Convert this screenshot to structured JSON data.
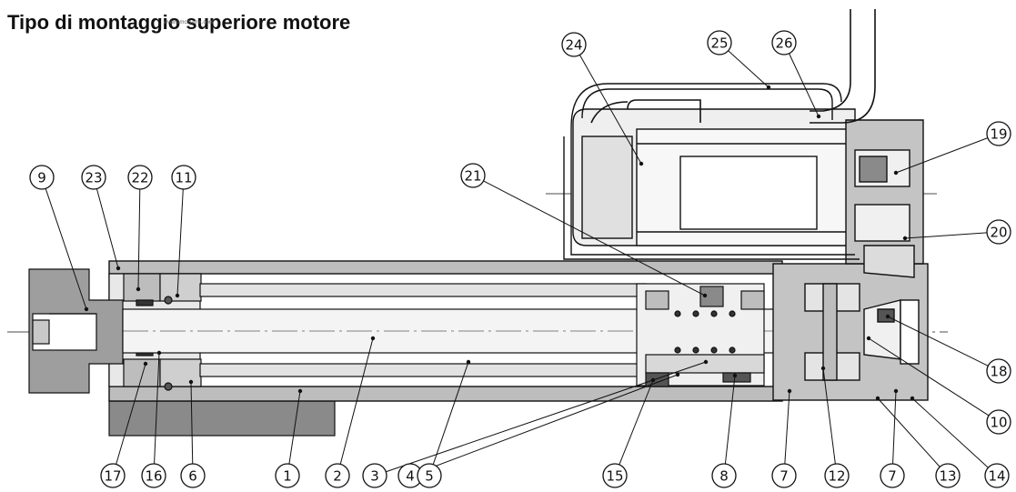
{
  "title": "Tipo di montaggio superiore motore",
  "watermark": "www.smcmatrix.com",
  "callouts": [
    {
      "label": "1"
    },
    {
      "label": "2"
    },
    {
      "label": "3"
    },
    {
      "label": "4"
    },
    {
      "label": "5"
    },
    {
      "label": "6"
    },
    {
      "label": "7"
    },
    {
      "label": "7"
    },
    {
      "label": "8"
    },
    {
      "label": "9"
    },
    {
      "label": "10"
    },
    {
      "label": "11"
    },
    {
      "label": "12"
    },
    {
      "label": "13"
    },
    {
      "label": "14"
    },
    {
      "label": "15"
    },
    {
      "label": "16"
    },
    {
      "label": "17"
    },
    {
      "label": "18"
    },
    {
      "label": "19"
    },
    {
      "label": "20"
    },
    {
      "label": "21"
    },
    {
      "label": "22"
    },
    {
      "label": "23"
    },
    {
      "label": "24"
    },
    {
      "label": "25"
    },
    {
      "label": "26"
    }
  ]
}
